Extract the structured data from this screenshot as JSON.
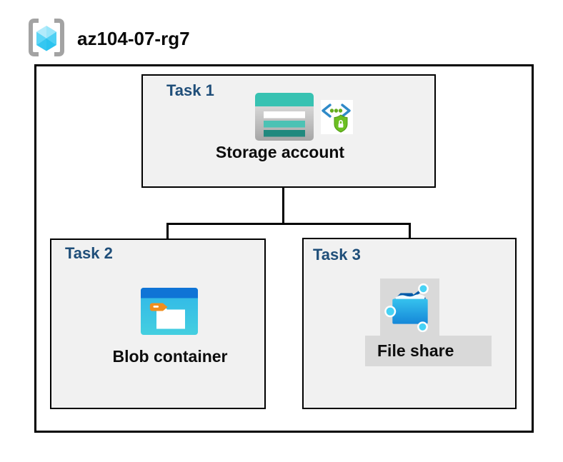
{
  "resource_group": {
    "name": "az104-07-rg7",
    "icon": "resource-group-icon"
  },
  "tasks": [
    {
      "label": "Task 1",
      "resource": "Storage account",
      "icons": [
        "storage-account-icon",
        "secure-transfer-icon"
      ]
    },
    {
      "label": "Task 2",
      "resource": "Blob container",
      "icons": [
        "blob-container-icon"
      ]
    },
    {
      "label": "Task 3",
      "resource": "File share",
      "icons": [
        "file-share-icon"
      ],
      "highlighted": true
    }
  ],
  "connections": [
    {
      "from": "Storage account",
      "to": "Blob container"
    },
    {
      "from": "Storage account",
      "to": "File share"
    }
  ],
  "colors": {
    "task_label": "#1f4e79",
    "task_box_fill": "#f1f1f1",
    "box_border": "#000000",
    "highlight_fill": "#d9d9d9",
    "storage_teal": "#37c2b2",
    "storage_teal_dark": "#20897e",
    "blob_header_blue": "#0f74d6",
    "blob_body_cyan": "#35bde9",
    "tag_orange": "#f08e1e",
    "fileshare_dark_blue": "#0059a8",
    "node_cyan": "#47d2f5",
    "secure_bracket_blue": "#2f8ac8",
    "secure_green": "#64ad1e",
    "rg_bracket_gray": "#a3a3a3"
  }
}
